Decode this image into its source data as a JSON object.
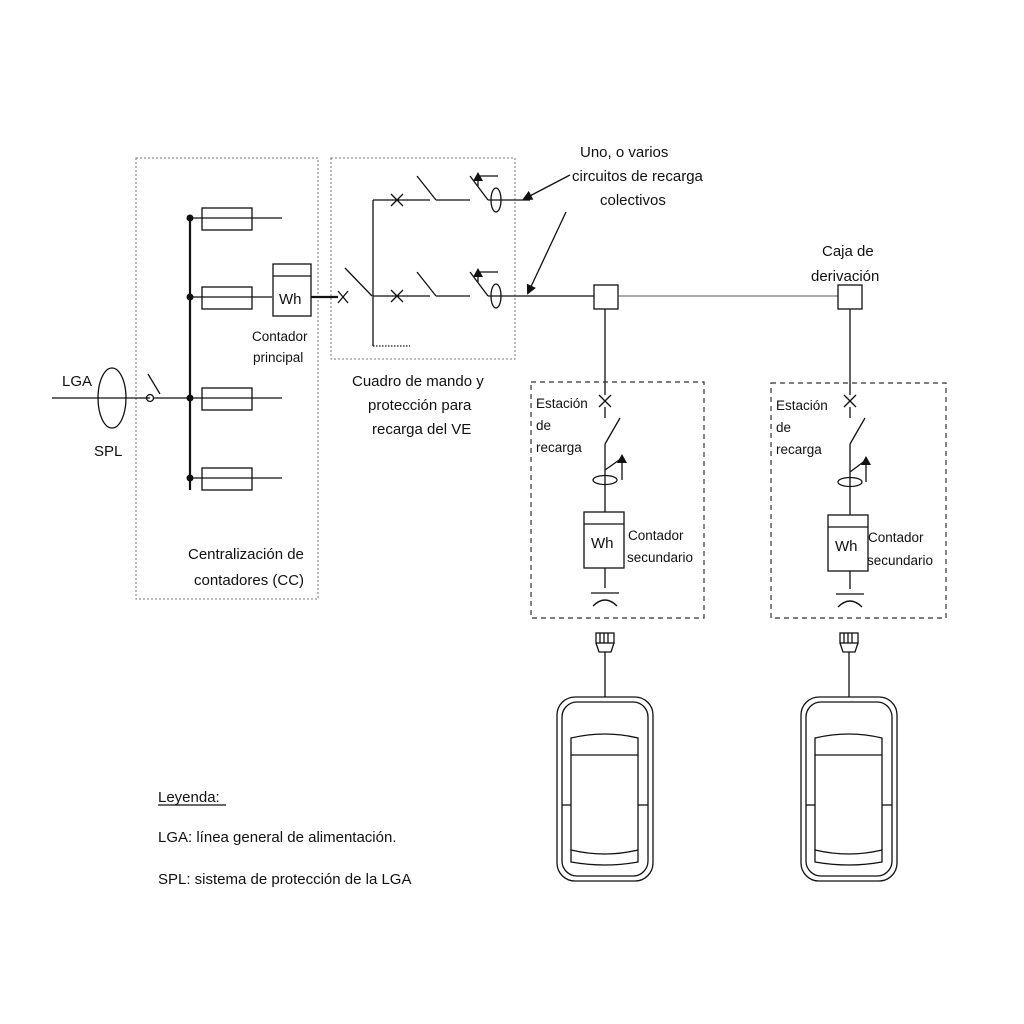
{
  "labels": {
    "lga": "LGA",
    "spl": "SPL",
    "wh_main": "Wh",
    "contador_principal_1": "Contador",
    "contador_principal_2": "principal",
    "centralizacion_1": "Centralización de",
    "centralizacion_2": "contadores (CC)",
    "cuadro_1": "Cuadro de mando y",
    "cuadro_2": "protección para",
    "cuadro_3": "recarga del VE",
    "uno_1": "Uno, o varios",
    "uno_2": "circuitos de recarga",
    "uno_3": "colectivos",
    "caja_1": "Caja de",
    "caja_2": "derivación"
  },
  "stations": [
    {
      "estacion_1": "Estación",
      "estacion_2": "de",
      "estacion_3": "recarga",
      "wh": "Wh",
      "contador_1": "Contador",
      "contador_2": "secundario"
    },
    {
      "estacion_1": "Estación",
      "estacion_2": "de",
      "estacion_3": "recarga",
      "wh": "Wh",
      "contador_1": "Contador",
      "contador_2": "secundario"
    }
  ],
  "legend": {
    "title": "Leyenda:",
    "lga_def": "LGA: línea general de alimentación.",
    "spl_def": "SPL: sistema de protección de la LGA"
  }
}
